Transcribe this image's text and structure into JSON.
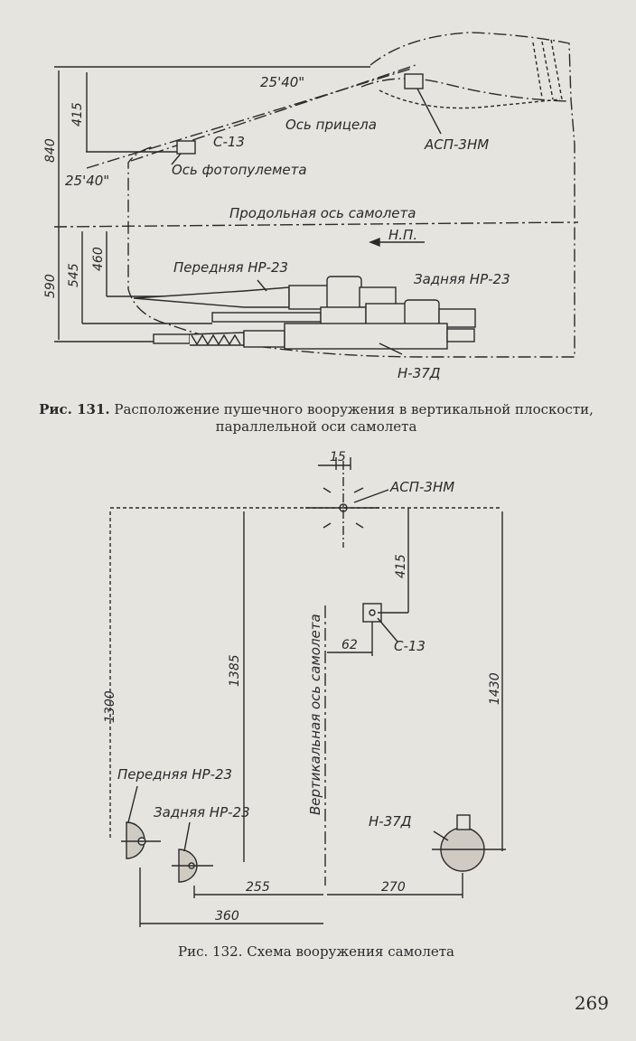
{
  "figure131": {
    "labels": {
      "angle_top": "25'40\"",
      "angle_bottom": "25'40\"",
      "sight_axis": "Ось прицела",
      "asp": "АСП-3НМ",
      "s13": "С-13",
      "photo_axis": "Ось фотопулемета",
      "long_axis": "Продольная ось самолета",
      "np": "Н.П.",
      "front_nr": "Передняя НР-23",
      "rear_nr": "Задняя НР-23",
      "n37": "Н-37Д"
    },
    "dims": {
      "d840": "840",
      "d415": "415",
      "d590": "590",
      "d545": "545",
      "d460": "460"
    },
    "caption_num": "Рис. 131.",
    "caption_text": "Расположение пушечного вооружения в вертикальной плоскости, параллельной оси самолета"
  },
  "figure132": {
    "labels": {
      "asp": "АСП-3НМ",
      "s13": "С-13",
      "vert_axis": "Вертикальная ось самолета",
      "front_nr": "Передняя НР-23",
      "rear_nr": "Задняя НР-23",
      "n37": "Н-37Д"
    },
    "dims": {
      "d15": "15",
      "d415": "415",
      "d62": "62",
      "d1300": "1300",
      "d1385": "1385",
      "d1430": "1430",
      "d255": "255",
      "d270": "270",
      "d360": "360"
    },
    "caption_num": "Рис. 132.",
    "caption_text": "Схема вооружения самолета"
  },
  "page_number": "269"
}
